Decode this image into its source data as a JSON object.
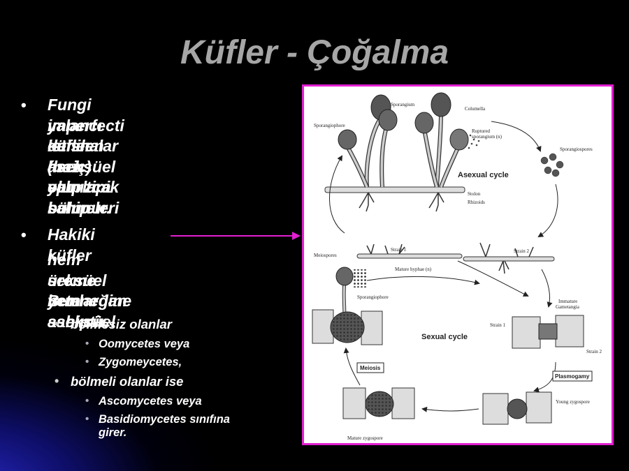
{
  "slide": {
    "title": "Küfler - Çoğalma",
    "accent_color": "#e21fd1",
    "bullets": {
      "b1": [
        "Fungi imperfecti denilen",
        "yalancı küfler (bazı",
        "istisnalar hariç) yalnızca",
        "aseksüel sporlara sahip",
        "olup tipik bölmeleri",
        "bulunur."
      ],
      "b2_head": "Hakiki küfler",
      "b2_cont": [
        "hem seksüel hem aseksüel",
        "üreme yeteneğine sahiptir.",
        "Bunlardan"
      ],
      "sub1": "bölmesiz olanlar",
      "sub1_items": [
        "Oomycetes veya",
        "Zygomeycetes,"
      ],
      "sub2": "bölmeli olanlar ise",
      "sub2_items": [
        "Ascomycetes veya",
        "Basidiomycetes sınıfına",
        "girer."
      ]
    }
  },
  "figure": {
    "asexual_cycle": "Asexual cycle",
    "sexual_cycle": "Sexual cycle",
    "meiosis": "Meiosis",
    "plasmogamy": "Plasmogamy",
    "labels": {
      "sporangium": "Sporangium",
      "columella": "Columella",
      "sporangiophore": "Sporangiophore",
      "ruptured": "Ruptured",
      "sporangium_n": "sporangium (n)",
      "sporangiospores": "Sporangiospores",
      "stolon": "Stolon",
      "rhizoids": "Rhizoids",
      "strain1": "Strain 1",
      "strain2": "Strain 2",
      "meiospores": "Meiospores",
      "mature_hyphae": "Mature hyphae (n)",
      "sporangiophore2": "Sporangiophore",
      "immature": "Immature",
      "gametangia": "Gametangia",
      "strain1b": "Strain 1",
      "strain2b": "Strain 2",
      "young_zygospore": "Young zygospore",
      "mature_zygospore": "Mature zygospore"
    }
  }
}
